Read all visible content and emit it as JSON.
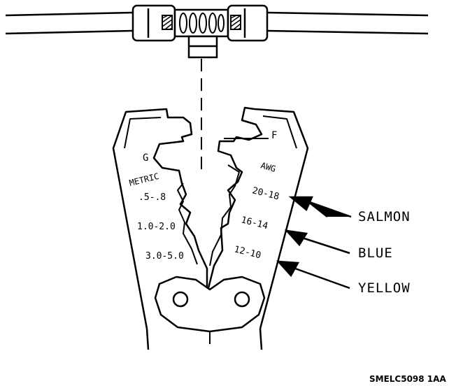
{
  "diagram": {
    "tool_labels": {
      "g": "G",
      "f": "F",
      "metric": "METRIC",
      "awg": "AWG"
    },
    "metric_sizes": [
      ".5-.8",
      "1.0-2.0",
      "3.0-5.0"
    ],
    "awg_sizes": [
      "20-18",
      "16-14",
      "12-10"
    ],
    "callouts": [
      "SALMON",
      "BLUE",
      "YELLOW"
    ],
    "figure_id": "SMELC5098 1AA"
  }
}
